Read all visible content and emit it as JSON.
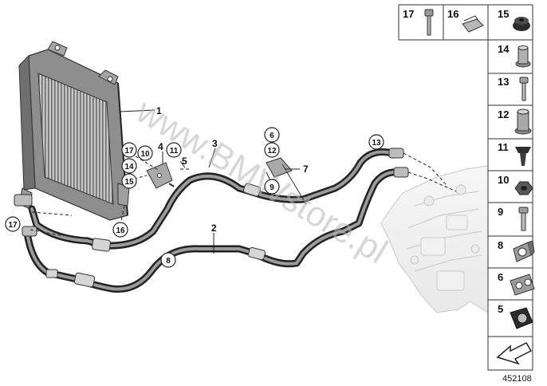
{
  "diagram": {
    "id_number": "452108",
    "watermark": "www.BMWstore.pl"
  },
  "callouts": [
    {
      "id": "1",
      "plain": true
    },
    {
      "id": "2",
      "plain": true
    },
    {
      "id": "3",
      "plain": true
    },
    {
      "id": "4",
      "plain": true
    },
    {
      "id": "5",
      "plain": true
    },
    {
      "id": "6",
      "plain": false
    },
    {
      "id": "12",
      "plain": false
    },
    {
      "id": "9",
      "plain": false
    },
    {
      "id": "7",
      "plain": true
    },
    {
      "id": "8",
      "plain": false
    },
    {
      "id": "10",
      "plain": false
    },
    {
      "id": "11",
      "plain": false
    },
    {
      "id": "13",
      "plain": false
    },
    {
      "id": "14",
      "plain": false
    },
    {
      "id": "15",
      "plain": false
    },
    {
      "id": "16",
      "plain": false
    },
    {
      "id": "17a",
      "label": "17",
      "plain": false
    },
    {
      "id": "17b",
      "label": "17",
      "plain": false
    }
  ],
  "parts_legend": {
    "top_row": [
      {
        "number": "17",
        "icon": "bolt-icon"
      },
      {
        "number": "16",
        "icon": "clip-nut-icon"
      },
      {
        "number": "15",
        "icon": "grommet-icon"
      }
    ],
    "column": [
      {
        "number": "14",
        "icon": "spacer-bushing-icon"
      },
      {
        "number": "13",
        "icon": "bolt-icon"
      },
      {
        "number": "12",
        "icon": "threaded-bushing-icon"
      },
      {
        "number": "11",
        "icon": "expanding-rivet-icon"
      },
      {
        "number": "10",
        "icon": "hex-nut-icon"
      },
      {
        "number": "9",
        "icon": "bolt-icon"
      },
      {
        "number": "8",
        "icon": "pipe-clamp-icon"
      },
      {
        "number": "6",
        "icon": "double-clamp-icon"
      },
      {
        "number": "5",
        "icon": "rubber-mount-icon"
      }
    ],
    "arrow_icon": "direction-arrow-icon"
  }
}
